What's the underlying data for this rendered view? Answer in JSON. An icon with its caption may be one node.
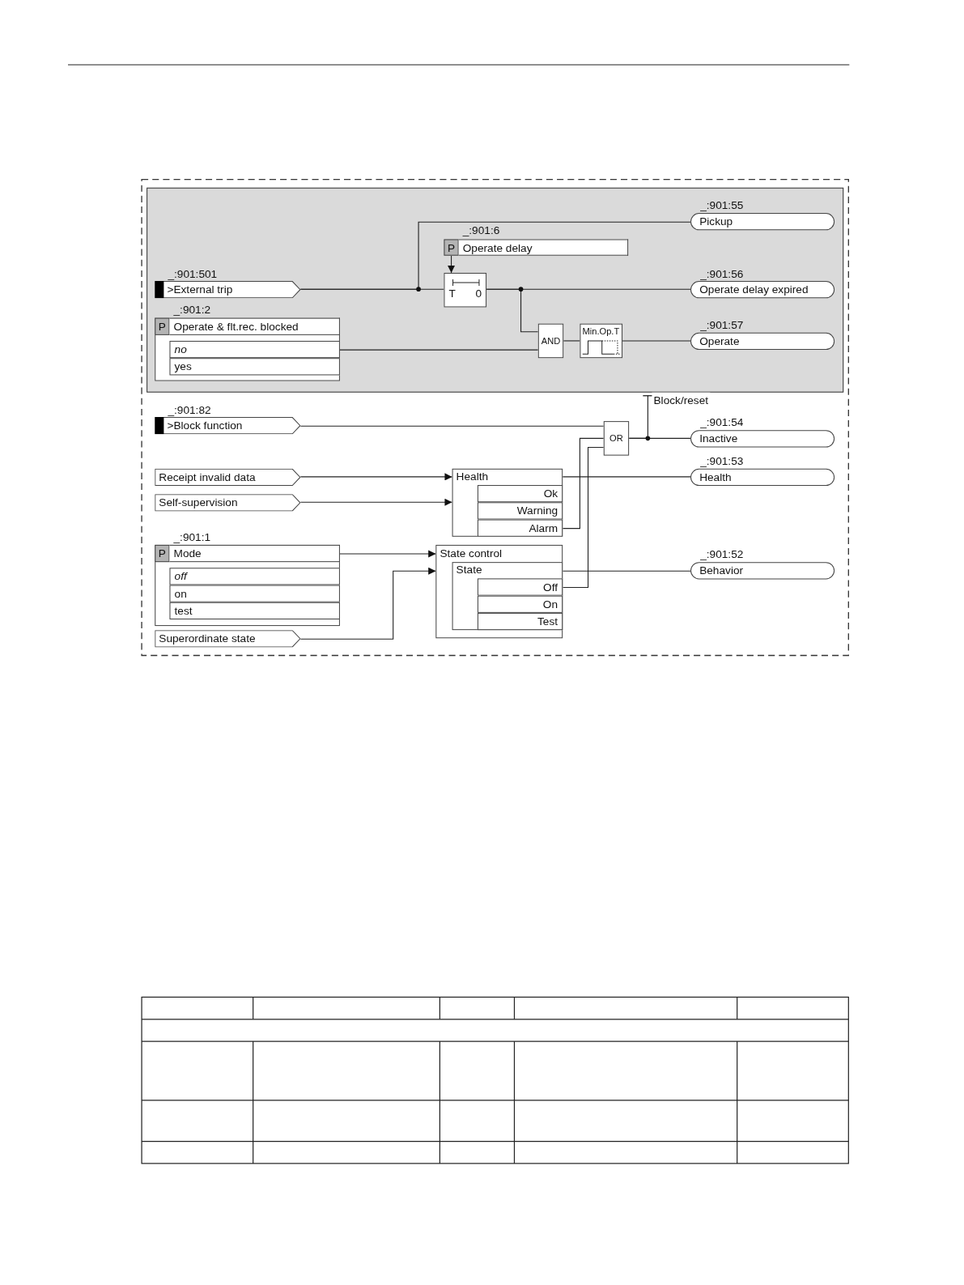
{
  "diagram": {
    "nodes": [
      {
        "text": [],
        "shape": "box"
      },
      {
        "text": [
          "_:901:501",
          ">External trip"
        ],
        "in": 0
      },
      {
        "text": [
          "_:901:6",
          "P",
          "Operate delay"
        ],
        "in": 0
      },
      {
        "text": [
          "T",
          "0"
        ],
        "in": 0
      },
      {
        "text": [
          "_:901:2",
          "P",
          "Operate & flt.rec. blocked",
          "no",
          "yes"
        ],
        "in": 0
      },
      {
        "text": [
          "AND"
        ],
        "in": 0
      },
      {
        "text": [
          "Min.Op.T"
        ],
        "in": 0
      },
      {
        "text": [
          "_:901:55",
          "Pickup"
        ],
        "in": 0
      },
      {
        "text": [
          "_:901:56",
          "Operate delay expired"
        ],
        "in": 0
      },
      {
        "text": [
          "_:901:57",
          "Operate"
        ],
        "in": 0
      },
      {
        "text": [
          "_:901:82",
          ">Block function"
        ]
      },
      {
        "text": [
          "OR"
        ]
      },
      {
        "text": [
          "_:901:54",
          "Inactive"
        ]
      },
      {
        "text": [
          "Receipt invalid data"
        ]
      },
      {
        "text": [
          "Self-supervision"
        ]
      },
      {
        "text": [
          "Health",
          "Ok",
          "Warning",
          "Alarm"
        ]
      },
      {
        "text": [
          "_:901:53",
          "Health"
        ]
      },
      {
        "text": [
          "_:901:1",
          "P",
          "Mode",
          "off",
          "on",
          "test"
        ]
      },
      {
        "text": [
          "Superordinate state"
        ]
      },
      {
        "text": [
          "State control",
          "State",
          "Off",
          "On",
          "Test"
        ]
      },
      {
        "text": [
          "_:901:52",
          "Behavior"
        ]
      }
    ],
    "edges": [
      {
        "from": 1,
        "to": 3,
        "arrow": "none"
      },
      {
        "from": 1,
        "to": 7,
        "arrow": "none"
      },
      {
        "from": 2,
        "to": 3,
        "arrow": "to"
      },
      {
        "from": 3,
        "to": 8,
        "arrow": "none"
      },
      {
        "from": 3,
        "to": 5,
        "arrow": "none"
      },
      {
        "from": 4,
        "to": 5,
        "arrow": "none"
      },
      {
        "from": 5,
        "to": 6,
        "arrow": "none"
      },
      {
        "from": 6,
        "to": 9,
        "arrow": "none"
      },
      {
        "from": 10,
        "to": 11,
        "arrow": "none"
      },
      {
        "from": 15,
        "to": 11,
        "arrow": "none"
      },
      {
        "from": 19,
        "to": 11,
        "arrow": "none"
      },
      {
        "from": 11,
        "to": 12,
        "arrow": "none"
      },
      {
        "from": 11,
        "to": 0,
        "arrow": "other",
        "label": "Block/reset"
      },
      {
        "from": 13,
        "to": 15,
        "arrow": "to"
      },
      {
        "from": 14,
        "to": 15,
        "arrow": "to"
      },
      {
        "from": 15,
        "to": 16,
        "arrow": "none"
      },
      {
        "from": 17,
        "to": 19,
        "arrow": "to"
      },
      {
        "from": 18,
        "to": 19,
        "arrow": "to"
      },
      {
        "from": 19,
        "to": 20,
        "arrow": "none"
      }
    ]
  }
}
